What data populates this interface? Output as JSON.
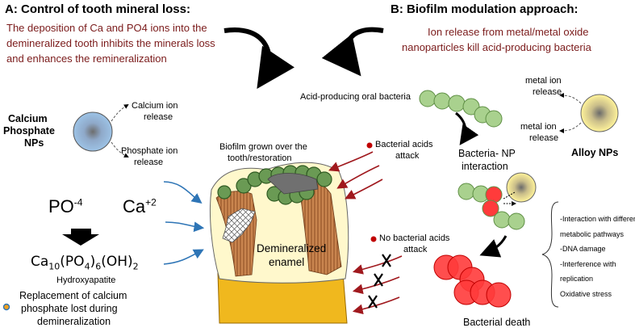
{
  "panel_a": {
    "title": "A:  Control of tooth mineral loss:",
    "desc_1": "The deposition of Ca and PO4 ions into the",
    "desc_2": "demineralized tooth inhibits the minerals loss",
    "desc_3": "and enhances the remineralization",
    "calcium_np_1": "Calcium",
    "calcium_np_2": "Phosphate",
    "calcium_np_3": "NPs",
    "calcium_release_1": "Calcium ion",
    "calcium_release_2": "release",
    "phosphate_release_1": "Phosphate ion",
    "phosphate_release_2": "release",
    "ion_po": "PO",
    "ion_po_charge": "-4",
    "ion_ca": "Ca",
    "ion_ca_charge": "+2",
    "formula": {
      "p1": "Ca",
      "s1": "10",
      "p2": "(PO",
      "s2": "4",
      "p3": ")",
      "s3": "6",
      "p4": "(OH)",
      "s4": "2"
    },
    "formula_name": "Hydroxyapatite",
    "replacement_1": "Replacement of calcium",
    "replacement_2": "phosphate lost during",
    "replacement_3": "demineralization"
  },
  "center": {
    "biofilm_1": "Biofilm grown over the",
    "biofilm_2": "tooth/restoration",
    "acids_attack_1": "Bacterial acids",
    "acids_attack_2": "attack",
    "no_acids_1": "No bacterial acids",
    "no_acids_2": "attack",
    "enamel_1": "Demineralized",
    "enamel_2": "enamel"
  },
  "panel_b": {
    "title": "B:  Biofilm modulation approach:",
    "desc_1": "Ion release from metal/metal oxide",
    "desc_2": "nanoparticles kill acid-producing bacteria",
    "acid_bacteria": "Acid-producing oral bacteria",
    "metal_release_top_1": "metal ion",
    "metal_release_top_2": "release",
    "metal_release_bottom_1": "metal ion",
    "metal_release_bottom_2": "release",
    "alloy": "Alloy  NPs",
    "interaction_1": "Bacteria- NP",
    "interaction_2": "interaction",
    "mechanisms": [
      "-Interaction with different",
      "metabolic pathways",
      "-DNA damage",
      "-Interference with",
      "replication",
      "Oxidative stress"
    ],
    "death": "Bacterial death"
  },
  "colors": {
    "dark_red_text": "#7a1a1a",
    "bacteria_green": "#a9d18e",
    "bacteria_red": "#ff3b3b",
    "enamel_cream": "#fff8cc",
    "root_gold": "#f0b81e",
    "biofilm_green": "#6a9a54",
    "arrow_blue": "#2e75b6",
    "arrow_darkred": "#a0191e"
  }
}
